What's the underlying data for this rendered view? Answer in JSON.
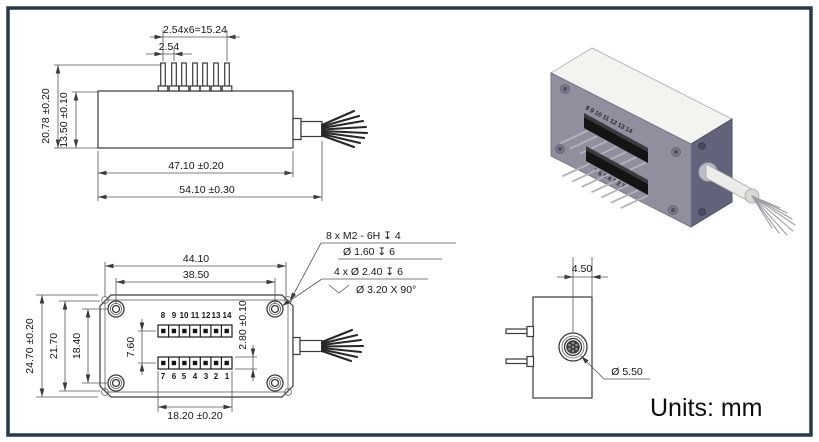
{
  "units_label": "Units: mm",
  "top_view": {
    "dim_pitch_total": "2.54x6=15.24",
    "dim_pitch": "2.54",
    "dim_height_overall": "20.78 ±0.20",
    "dim_height_body": "13.50 ±0.10",
    "dim_length_body": "47.10 ±0.20",
    "dim_length_overall": "54.10 ±0.30"
  },
  "bottom_view": {
    "dim_hole_span_h_outer": "44.10",
    "dim_hole_span_h_inner": "38.50",
    "dim_height_overall": "24.70 ±0.20",
    "dim_hole_span_v_outer": "21.70",
    "dim_hole_span_v_inner": "18.40",
    "dim_row_pitch": "7.60",
    "dim_pad_height": "2.80 ±0.10",
    "dim_pin_row_span": "18.20 ±0.20",
    "pins_top": [
      "8",
      "9",
      "10",
      "11",
      "12",
      "13",
      "14"
    ],
    "pins_bottom": [
      "7",
      "6",
      "5",
      "4",
      "3",
      "2",
      "1"
    ],
    "callouts": {
      "thread_line1": "8 x  M2 - 6H  ↧  4",
      "thread_line2": "Ø 1.60  ↧  6",
      "cbore_line1": "4 x  Ø 2.40  ↧  6",
      "cbore_line2": "Ø 3.20 X 90°"
    }
  },
  "side_view": {
    "dim_offset": "4.50",
    "dim_fiber_dia": "Ø 5.50"
  },
  "iso_view": {
    "pins_top_label": "8  9 10 11 12 13 14",
    "pins_bottom_label": "7 6 5 4 3 2 1"
  },
  "colors": {
    "border": "#24384e",
    "line": "#3a3a3a",
    "iso_front": "#8f8f9e",
    "iso_side": "#62627a",
    "iso_top": "#f3f3f0"
  }
}
